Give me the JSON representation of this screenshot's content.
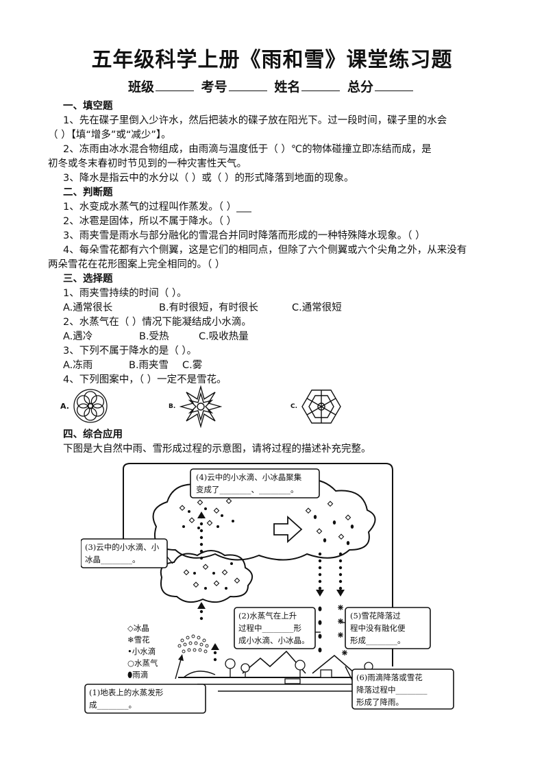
{
  "title": "五年级科学上册《雨和雪》课堂练习题",
  "info": {
    "class_label": "班级",
    "exam_label": "考号",
    "name_label": "姓名",
    "score_label": "总分"
  },
  "section1": {
    "heading": "一、填空题",
    "q1_line1": "1、先在碟子里倒入少许水，然后把装水的碟子放在阳光下。过一段时间，碟子里的水会",
    "q1_line2": "（          ）【填“增多”或“减少”】。",
    "q2_line1": "2、冻雨由冰水混合物组成，由雨滴与温度低于（          ）℃的物体碰撞立即冻结而成，是",
    "q2_line2": "初冬或冬末春初时节见到的一种灾害性天气。",
    "q3": "3、降水是指云中的水分以（          ）或（          ）的形式降落到地面的现象。"
  },
  "section2": {
    "heading": "二、判断题",
    "q1": "1、水变成水蒸气的过程叫作蒸发。（    ）___",
    "q2": "2、冰雹是固体，所以不属于降水。（    ）",
    "q3": "3、雨夹雪是雨水与部分融化的雪混合并同时降落而形成的一种特殊降水现象。（    ）",
    "q4_line1": "4、每朵雪花都有六个侧翼，这是它们的相同点，但除了六个侧翼或六个尖角之外，从来没有",
    "q4_line2": "两朵雪花在花形图案上完全相同的。（    ）"
  },
  "section3": {
    "heading": "三、选择题",
    "q1": "1、雨夹雪持续的时间（    ）。",
    "q1_a": "A.通常很长",
    "q1_b": "B.有时很短，有时很长",
    "q1_c": "C.通常很短",
    "q2": "2、水蒸气在（    ）情况下能凝结成小水滴。",
    "q2_a": "A.遇冷",
    "q2_b": "B.受热",
    "q2_c": "C.吸收热量",
    "q3": "3、下列不属于降水的是（    ）。",
    "q3_a": "A.冻雨",
    "q3_b": "B.雨夹雪",
    "q3_c": "C.雾",
    "q4": "4、下列图案中，（    ）一定不是雪花。",
    "q4_a": "A.",
    "q4_b": "B.",
    "q4_c": "C."
  },
  "section4": {
    "heading": "四、综合应用",
    "intro": "下图是大自然中雨、雪形成过程的示意图，请将过程的描述补充完整。"
  },
  "diagram": {
    "box4_line1": "(4)云中的小水滴、小冰晶聚集",
    "box4_line2": "变成了________、________。",
    "box3_line1": "(3)云中的小水滴、小",
    "box3_line2": "冰晶________。",
    "box2_line1": "(2)水蒸气在上升",
    "box2_line2": "过程中________形",
    "box2_line3": "成小水滴、小冰晶。",
    "box5_line1": "(5)雪花降落过",
    "box5_line2": "程中没有融化便",
    "box5_line3": "形成________。",
    "box6_line1": "(6)雨滴降落或雪花",
    "box6_line2": "降落过程中________",
    "box6_line3": "形成了降雨。",
    "box1_line1": "(1)地表上的水蒸发形",
    "box1_line2": "成________。",
    "legend": [
      "◇冰晶",
      "❄雪花",
      "•小水滴",
      "○水蒸气",
      "⬮雨滴"
    ]
  }
}
